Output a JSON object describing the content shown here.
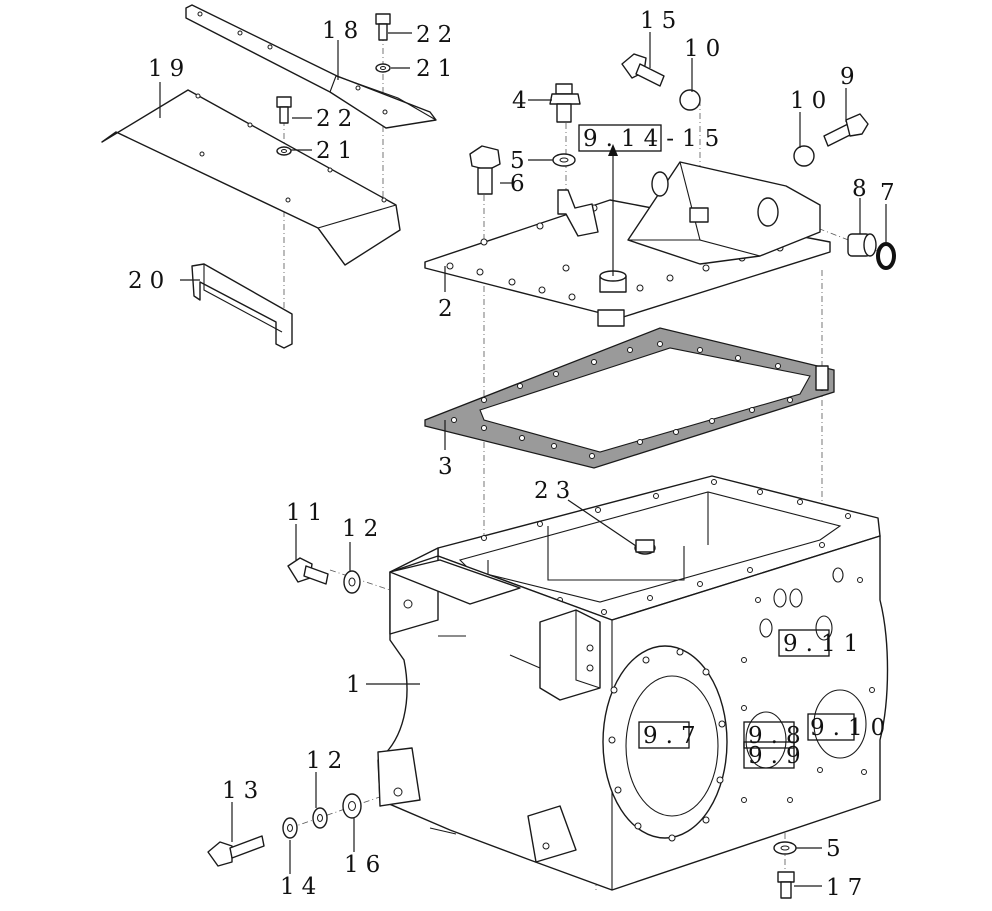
{
  "labels": {
    "n1": "1",
    "n2": "2",
    "n3": "3",
    "n4": "4",
    "n5a": "5",
    "n5b": "5",
    "n6": "6",
    "n7": "7",
    "n8": "8",
    "n9": "9",
    "n10a": "10",
    "n10b": "10",
    "n11": "11",
    "n12a": "12",
    "n12b": "12",
    "n13": "13",
    "n14": "14",
    "n15": "15",
    "n16": "16",
    "n17": "17",
    "n18": "18",
    "n19": "19",
    "n20": "20",
    "n21a": "21",
    "n21b": "21",
    "n22a": "22",
    "n22b": "22",
    "n23": "23"
  },
  "refs": {
    "r914": "9.14-15",
    "r911": "9.11",
    "r97": "9.7",
    "r98": "9.8",
    "r99": "9.9",
    "r910": "9.10"
  }
}
